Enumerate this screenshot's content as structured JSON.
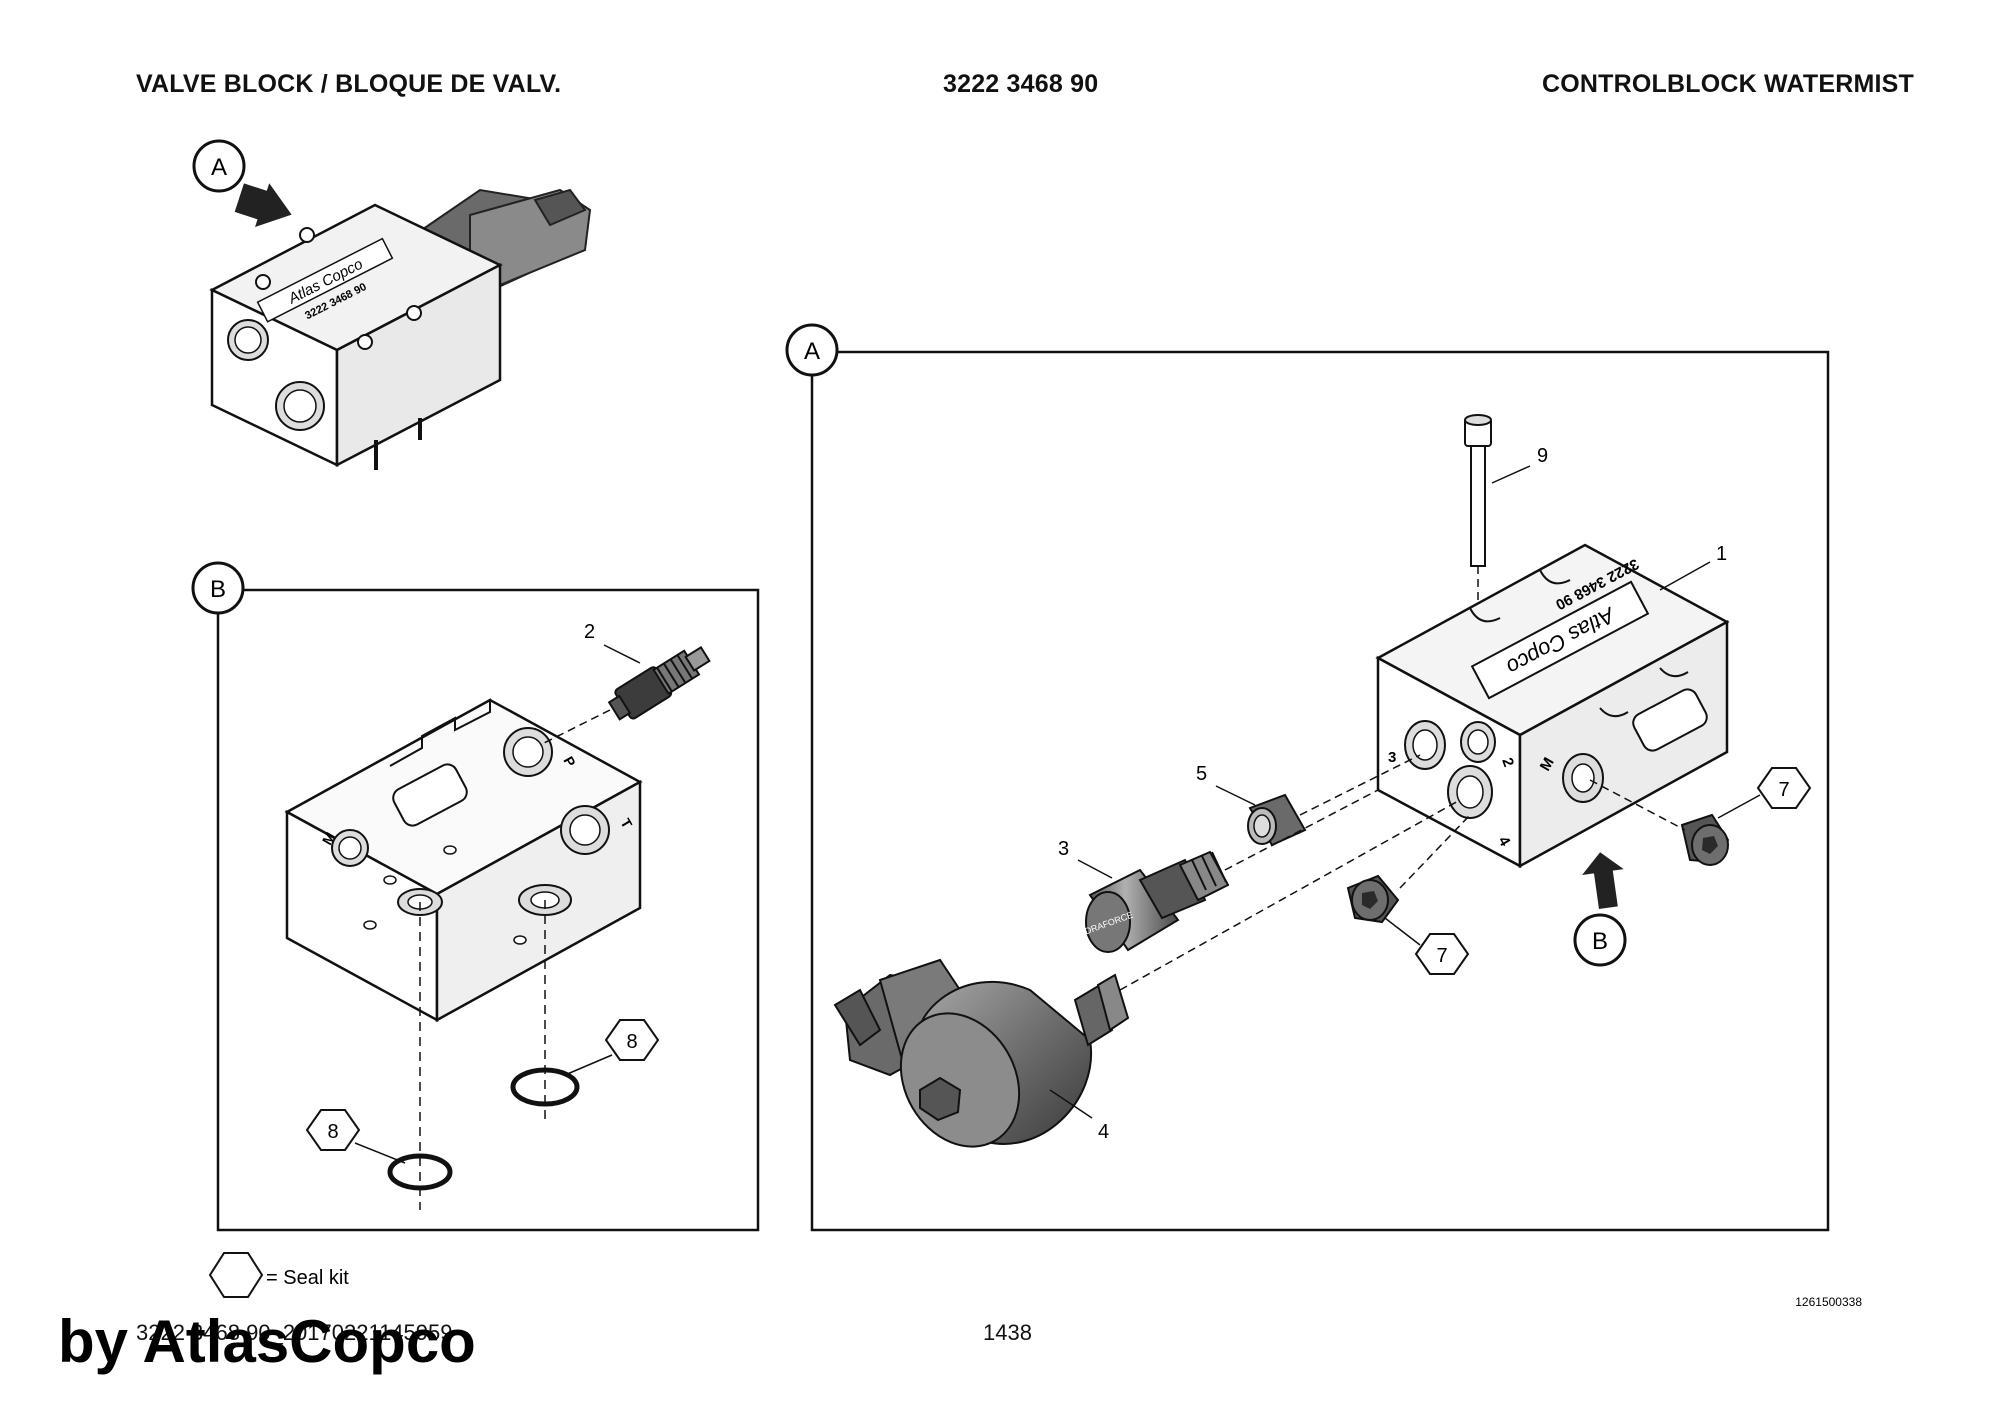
{
  "header": {
    "left": "VALVE BLOCK / BLOQUE DE VALV.",
    "center": "3222 3468 90",
    "right": "CONTROLBLOCK WATERMIST"
  },
  "views": {
    "overview_marker": "A",
    "view_a": {
      "marker": "A",
      "bottom_marker": "B"
    },
    "view_b": {
      "marker": "B"
    }
  },
  "block": {
    "brand_mark": "Atlas Copco",
    "part_number": "3222 3468 90",
    "port_labels": {
      "p": "P",
      "t": "T",
      "m": "M",
      "two": "2",
      "three": "3",
      "four": "4"
    }
  },
  "callouts": {
    "part_1": "1",
    "part_2": "2",
    "part_3": "3",
    "part_4": "4",
    "part_5": "5",
    "part_7a": "7",
    "part_7b": "7",
    "part_8a": "8",
    "part_8b": "8",
    "part_9": "9"
  },
  "legend": {
    "symbol": "hexagon",
    "label": "= Seal kit"
  },
  "image_ref": "1261500338",
  "footer": {
    "doc_id": "3222 3468 90_20170221145959",
    "page_number": "1438"
  },
  "watermark": "by AtlasCopco"
}
